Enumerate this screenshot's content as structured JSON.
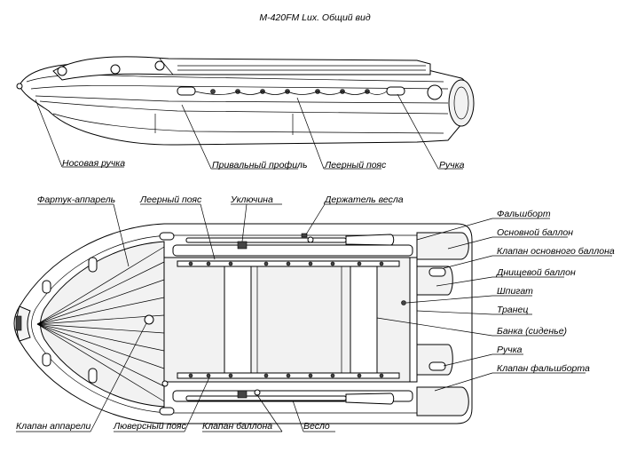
{
  "title": "М-420FM Lux. Общий вид",
  "side_view": {
    "labels": {
      "nose_handle": "Носовая ручка",
      "rub_strake": "Привальный профиль",
      "grab_rope": "Леерный пояс",
      "handle": "Ручка"
    }
  },
  "top_view": {
    "labels": {
      "splash_apron": "Фартук-аппарель",
      "grab_rope": "Леерный пояс",
      "oarlock": "Уключина",
      "oar_holder": "Держатель весла",
      "gunwale": "Фальшборт",
      "main_tube": "Основной баллон",
      "main_tube_valve": "Клапан основного баллона",
      "bottom_tube": "Днищевой баллон",
      "scupper": "Шпигат",
      "transom": "Транец",
      "seat": "Банка (сиденье)",
      "handle": "Ручка",
      "gunwale_valve": "Клапан фальшборта",
      "apron_valve": "Клапан аппарели",
      "grommet_belt": "Люверсный пояс",
      "tube_valve": "Клапан баллона",
      "oar": "Весло"
    }
  }
}
